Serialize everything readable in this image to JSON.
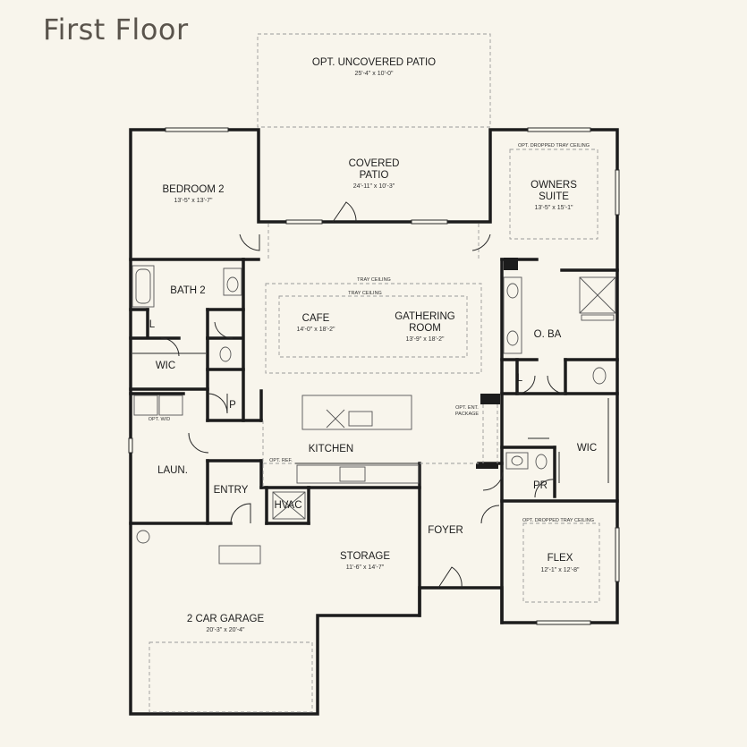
{
  "title": "First Floor",
  "rooms": {
    "uncovered_patio": {
      "name": "OPT. UNCOVERED PATIO",
      "dim": "25'-4\" x 10'-0\""
    },
    "covered_patio": {
      "name_line1": "COVERED",
      "name_line2": "PATIO",
      "dim": "24'-11\" x 10'-3\""
    },
    "bedroom2": {
      "name": "BEDROOM 2",
      "dim": "13'-5\" x 13'-7\""
    },
    "owners_suite": {
      "name_line1": "OWNERS",
      "name_line2": "SUITE",
      "dim": "13'-5\" x 15'-1\"",
      "note": "OPT. DROPPED TRAY CEILING"
    },
    "bath2": {
      "name": "BATH 2"
    },
    "linen_left": {
      "name": "L"
    },
    "wic_left": {
      "name": "WIC"
    },
    "cafe": {
      "name": "CAFE",
      "dim": "14'-0\" x 18'-2\""
    },
    "gathering": {
      "name_line1": "GATHERING",
      "name_line2": "ROOM",
      "dim": "13'-9\" x 18'-2\""
    },
    "tray_outer": "TRAY CEILING",
    "tray_inner": "TRAY CEILING",
    "o_ba": {
      "name": "O. BA"
    },
    "linen_right": {
      "name": "L"
    },
    "wic_right": {
      "name": "WIC"
    },
    "pantry": {
      "name": "P"
    },
    "opt_wd": "OPT. W/D",
    "opt_ent_line1": "OPT. ENT.",
    "opt_ent_line2": "PACKAGE",
    "kitchen": {
      "name": "KITCHEN"
    },
    "opt_ref": "OPT. REF.",
    "laundry": {
      "name": "LAUN."
    },
    "entry": {
      "name": "ENTRY"
    },
    "hvac": {
      "name": "HVAC"
    },
    "pr": {
      "name": "PR"
    },
    "foyer": {
      "name": "FOYER"
    },
    "flex": {
      "name": "FLEX",
      "dim": "12'-1\" x 12'-8\"",
      "note": "OPT. DROPPED TRAY CEILING"
    },
    "storage": {
      "name": "STORAGE",
      "dim": "11'-6\" x 14'-7\""
    },
    "garage": {
      "name": "2 CAR GARAGE",
      "dim": "20'-3\" x 20'-4\""
    }
  }
}
